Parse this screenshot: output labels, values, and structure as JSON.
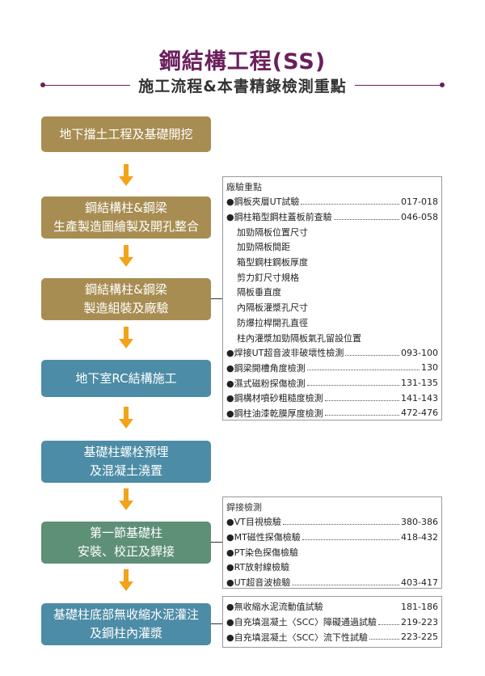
{
  "title": "鋼結構工程(SS)",
  "subtitle": "施工流程&本書精錄檢測重點",
  "steps": [
    {
      "lines": [
        "地下擋土工程及基礎開挖"
      ]
    },
    {
      "lines": [
        "鋼結構柱&鋼梁",
        "生產製造圖繪製及開孔整合"
      ]
    },
    {
      "lines": [
        "鋼結構柱&鋼梁",
        "製造組裝及廠驗"
      ]
    },
    {
      "lines": [
        "地下室RC結構施工"
      ]
    },
    {
      "lines": [
        "基礎柱螺栓預埋",
        "及混凝土澆置"
      ]
    },
    {
      "lines": [
        "第一節基礎柱",
        "安裝、校正及銲接"
      ]
    },
    {
      "lines": [
        "基礎柱底部無收縮水泥灌注",
        "及鋼柱內灌漿"
      ]
    }
  ],
  "panels": {
    "factory": {
      "header": "廠驗重點",
      "items": [
        {
          "bullet": "●",
          "text": "鋼板夾層UT試驗",
          "page": "017-018"
        },
        {
          "bullet": "●",
          "text": "鋼柱箱型鋼柱蓋板前查驗",
          "page": "046-058"
        },
        {
          "bullet": "",
          "text": "加勁隔板位置尺寸",
          "page": ""
        },
        {
          "bullet": "",
          "text": "加勁隔板間距",
          "page": ""
        },
        {
          "bullet": "",
          "text": "箱型鋼柱鋼板厚度",
          "page": ""
        },
        {
          "bullet": "",
          "text": "剪力釘尺寸規格",
          "page": ""
        },
        {
          "bullet": "",
          "text": "隔板垂直度",
          "page": ""
        },
        {
          "bullet": "",
          "text": "內隔板灌漿孔尺寸",
          "page": ""
        },
        {
          "bullet": "",
          "text": "防爆拉桿開孔直徑",
          "page": ""
        },
        {
          "bullet": "",
          "text": "柱內灌漿加勁隔板氣孔留設位置",
          "page": ""
        },
        {
          "bullet": "●",
          "text": "焊接UT超音波非破壞性檢測",
          "page": "093-100"
        },
        {
          "bullet": "●",
          "text": "鋼梁開槽角度檢測",
          "page": "130"
        },
        {
          "bullet": "●",
          "text": "濕式磁粉探傷檢測",
          "page": "131-135"
        },
        {
          "bullet": "●",
          "text": "鋼構材噴砂粗糙度檢測",
          "page": "141-143"
        },
        {
          "bullet": "●",
          "text": "鋼柱油漆乾膜厚度檢測",
          "page": "472-476"
        }
      ]
    },
    "welding": {
      "header": "銲接檢測",
      "items": [
        {
          "bullet": "●",
          "text": "VT目視檢驗",
          "page": "380-386"
        },
        {
          "bullet": "●",
          "text": "MT磁性探傷檢驗",
          "page": "418-432"
        },
        {
          "bullet": "●",
          "text": "PT染色探傷檢驗",
          "page": ""
        },
        {
          "bullet": "●",
          "text": "RT放射線檢驗",
          "page": ""
        },
        {
          "bullet": "●",
          "text": "UT超音波檢驗",
          "page": "403-417"
        }
      ]
    },
    "grout": {
      "header": "",
      "items": [
        {
          "bullet": "●",
          "text": "無收縮水泥流動值試驗",
          "page": "181-186",
          "nodots": true
        },
        {
          "bullet": "●",
          "text": "自充填混凝土〈SCC〉障礙通過試驗",
          "page": "219-223"
        },
        {
          "bullet": "●",
          "text": "自充填混凝土〈SCC〉流下性試驗",
          "page": "223-225"
        }
      ]
    }
  },
  "colors": {
    "title": "#6a1f5c",
    "gold": "#a88d52",
    "blue": "#4d8ca6",
    "green": "#5e8f77",
    "arrow": "#f2a31a"
  }
}
